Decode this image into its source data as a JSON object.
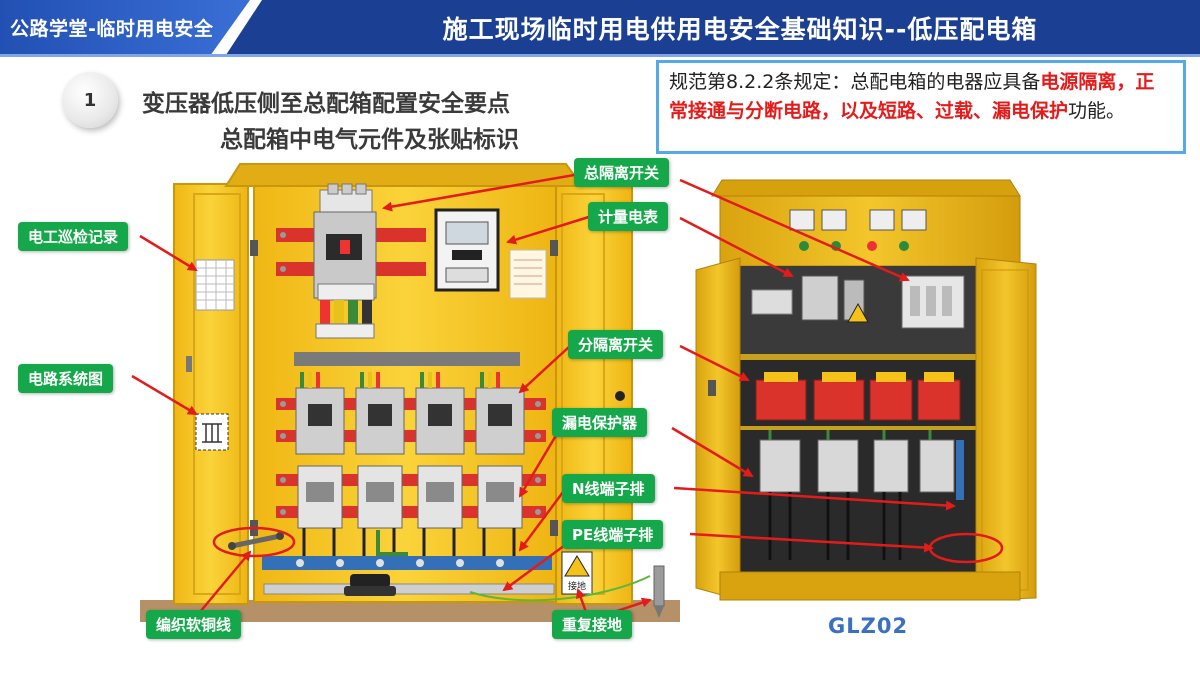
{
  "header": {
    "tab_label": "公路学堂-临时用电安全",
    "title": "施工现场临时用电供用电安全基础知识--低压配电箱"
  },
  "section": {
    "number": "1",
    "subtitle_line1": "变压器低压侧至总配箱配置安全要点",
    "subtitle_line2": "总配箱中电气元件及张贴标识"
  },
  "regulation": {
    "prefix": "规范第8.2.2条规定：总配电箱的电器应具备",
    "emphasis1": "电源隔离，正常接通与分断电路，以及短路、过载、漏电保护",
    "suffix": "功能。"
  },
  "labels": {
    "main_isolator": "总隔离开关",
    "meter": "计量电表",
    "inspection_record": "电工巡检记录",
    "circuit_diagram": "电路系统图",
    "branch_isolator": "分隔离开关",
    "leakage_protector": "漏电保护器",
    "n_terminal": "N线端子排",
    "pe_terminal": "PE线端子排",
    "braided_copper": "编织软铜线",
    "repeat_grounding": "重复接地"
  },
  "illustration": {
    "ground_sign": "接地",
    "model": "GLZ02"
  },
  "colors": {
    "header_bg": "#1b3f93",
    "label_green": "#15a84a",
    "arrow_red": "#e41b1b",
    "cabinet_yellow": "#f6c21a",
    "busbar_red": "#d9332b"
  }
}
